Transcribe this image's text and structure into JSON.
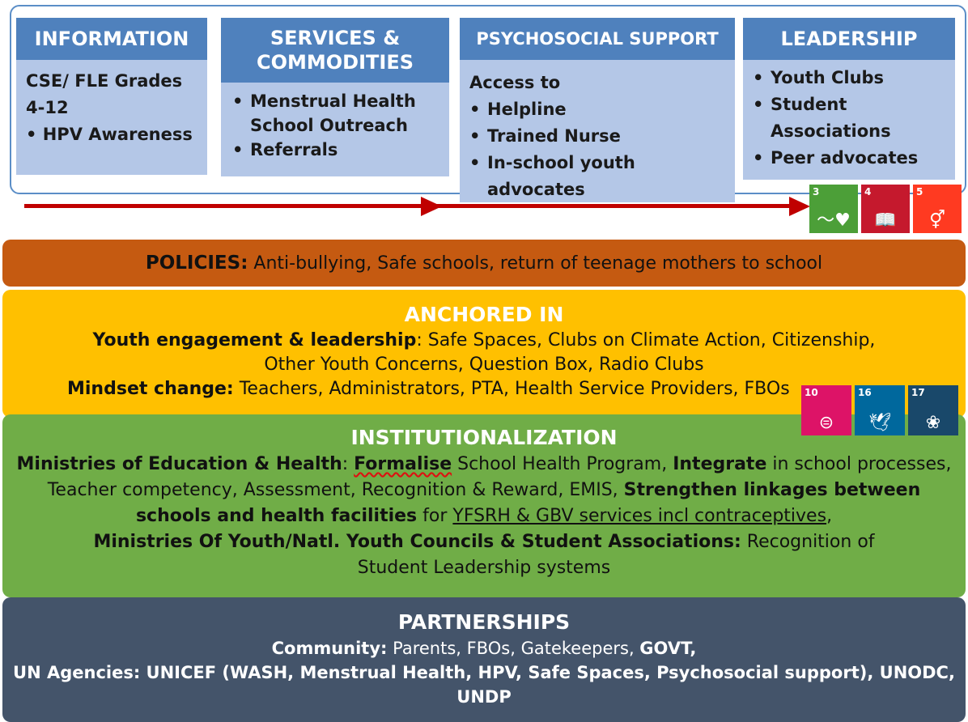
{
  "pillars": {
    "information": {
      "title": "INFORMATION",
      "line1": "CSE/ FLE Grades 4-12",
      "line2": "• HPV Awareness"
    },
    "services": {
      "title": "SERVICES & COMMODITIES",
      "items": [
        "Menstrual Health School Outreach",
        "Referrals"
      ]
    },
    "psychosocial": {
      "title": "PSYCHOSOCIAL SUPPORT",
      "intro": "Access to",
      "items": [
        "Helpline",
        "Trained Nurse",
        "In-school youth advocates"
      ]
    },
    "leadership": {
      "title": "LEADERSHIP",
      "items": [
        "Youth Clubs",
        "Student Associations",
        "Peer advocates"
      ]
    }
  },
  "sdg_top": [
    {
      "num": "3",
      "icon": "heartbeat-icon",
      "color": "#4c9f38"
    },
    {
      "num": "4",
      "icon": "book-icon",
      "color": "#c5192d"
    },
    {
      "num": "5",
      "icon": "gender-icon",
      "color": "#ff3a21"
    }
  ],
  "sdg_mid": [
    {
      "num": "10",
      "icon": "equality-icon",
      "color": "#dd1367"
    },
    {
      "num": "16",
      "icon": "dove-icon",
      "color": "#00689d"
    },
    {
      "num": "17",
      "icon": "rings-icon",
      "color": "#19486a"
    }
  ],
  "policies": {
    "label": "POLICIES:",
    "text": " Anti-bullying, Safe schools, return of teenage mothers to school"
  },
  "anchored": {
    "title": "ANCHORED IN",
    "youth_label": "Youth engagement & leadership",
    "youth_text": ": Safe Spaces, Clubs on Climate Action, Citizenship, Other Youth Concerns, Question Box, Radio Clubs",
    "mindset_label": "Mindset change:",
    "mindset_text": " Teachers, Administrators, PTA, Health Service Providers, FBOs"
  },
  "institutionalization": {
    "title": "INSTITUTIONALIZATION",
    "ministries_label": "Ministries of Education & Health",
    "colon": ": ",
    "formalise": "Formalise",
    "t1": " School Health Program, ",
    "integrate": "Integrate",
    "t2": " in school processes, Teacher competency, Assessment, Recognition & Reward, EMIS, ",
    "strengthen": "Strengthen linkages between schools and health facilities",
    "t3": " for ",
    "yfsrh": "YFSRH & GBV services incl contraceptives",
    "t4": ",",
    "youth_label": "Ministries Of Youth/Natl. Youth Councils & Student Associations:",
    "youth_text": " Recognition of Student Leadership  systems"
  },
  "partnerships": {
    "title": "PARTNERSHIPS",
    "community_label": "Community:",
    "community_text": " Parents, FBOs, Gatekeepers, ",
    "govt": "GOVT,",
    "un_text": "UN Agencies: UNICEF (WASH, Menstrual Health, HPV, Safe Spaces, Psychosocial support), UNODC, UNDP"
  }
}
